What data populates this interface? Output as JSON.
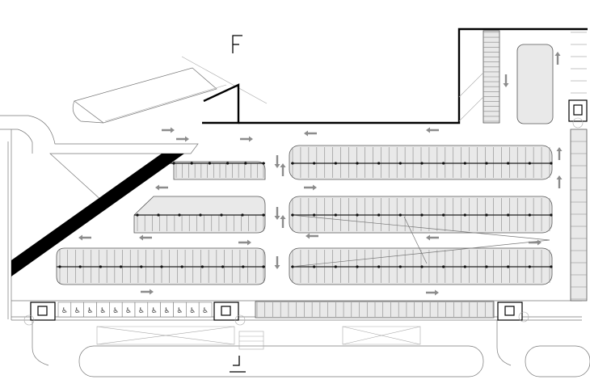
{
  "drawing": {
    "type": "parking garage floor plan",
    "background": "#ffffff",
    "island_fill": "#e9e9e9",
    "arrow_color": "#8c8c8c",
    "ramp_color": "#000000"
  },
  "parking_rows": [
    {
      "id": "row-upper-right",
      "stalls": 32
    },
    {
      "id": "row-upper-left",
      "stalls": 14
    },
    {
      "id": "row-middle-right",
      "stalls": 32
    },
    {
      "id": "row-middle-left",
      "stalls": 17
    },
    {
      "id": "row-lower-right",
      "stalls": 32
    },
    {
      "id": "row-lower-left",
      "stalls": 26
    },
    {
      "id": "row-bottom-south",
      "stalls": 30
    },
    {
      "id": "row-east-column",
      "stalls": 22
    },
    {
      "id": "row-northeast-bay",
      "stalls": 18
    }
  ],
  "accessible_stalls": {
    "count": 12,
    "icon": "wheelchair-icon",
    "glyph": "♿"
  },
  "stair_cores": {
    "count": 4,
    "icon": "stair-core-icon"
  },
  "section_markers": {
    "count": 2,
    "icon": "section-cut-icon"
  },
  "traffic_arrows": {
    "count": 24,
    "icon": "direction-arrow-icon"
  }
}
